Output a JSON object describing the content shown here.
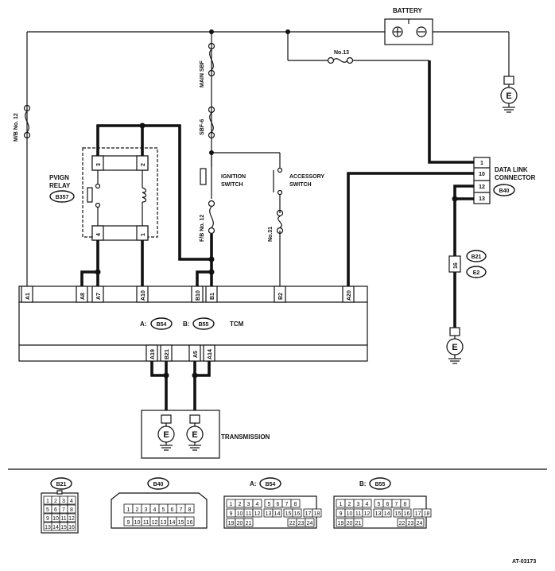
{
  "battery": {
    "label": "BATTERY",
    "plus": "⊕",
    "minus": "⊖"
  },
  "fuses": {
    "mb12": "M/B No. 12",
    "no13": "No.13",
    "main_sbf": "MAIN SBF",
    "sbf6": "SBF-6",
    "fb12": "F/B No. 12",
    "no31": "No.31"
  },
  "relay": {
    "line1": "PVIGN",
    "line2": "RELAY",
    "connector": "B357",
    "pins": [
      "3",
      "2",
      "4",
      "1"
    ]
  },
  "ignition_switch": {
    "line1": "IGNITION",
    "line2": "SWITCH"
  },
  "accessory_switch": {
    "line1": "ACCESSORY",
    "line2": "SWITCH"
  },
  "data_link": {
    "line1": "DATA LINK",
    "line2": "CONNECTOR",
    "connector": "B40",
    "pins": [
      "1",
      "10",
      "12",
      "13"
    ]
  },
  "tcm": {
    "label": "TCM",
    "conn_a_prefix": "A:",
    "conn_a": "B54",
    "conn_b_prefix": "B:",
    "conn_b": "B55",
    "top_pins": [
      "A1",
      "A8",
      "A7",
      "A10",
      "B10",
      "B1",
      "B2",
      "A20"
    ],
    "bottom_pins": [
      "A19",
      "B21",
      "A5",
      "A14"
    ]
  },
  "ground_symbol": "E",
  "side_harness": {
    "pin": "16",
    "conn1": "B21",
    "conn2": "E2"
  },
  "transmission": {
    "label": "TRANSMISSION"
  },
  "legend": {
    "b21": {
      "label": "B21",
      "rows": [
        [
          "1",
          "2",
          "3",
          "4"
        ],
        [
          "5",
          "6",
          "7",
          "8"
        ],
        [
          "9",
          "10",
          "11",
          "12"
        ],
        [
          "13",
          "14",
          "15",
          "16"
        ]
      ]
    },
    "b40": {
      "label": "B40",
      "rows": [
        [
          "1",
          "2",
          "3",
          "4",
          "5",
          "6",
          "7",
          "8"
        ],
        [
          "9",
          "10",
          "11",
          "12",
          "13",
          "14",
          "15",
          "16"
        ]
      ]
    },
    "b54": {
      "prefix": "A:",
      "label": "B54",
      "rows": [
        [
          "1",
          "2",
          "3",
          "4",
          "5",
          "6",
          "7",
          "8"
        ],
        [
          "9",
          "10",
          "11",
          "12",
          "13",
          "14",
          "15",
          "16",
          "17",
          "18"
        ],
        [
          "19",
          "20",
          "21",
          "22",
          "23",
          "24"
        ]
      ]
    },
    "b55": {
      "prefix": "B:",
      "label": "B55",
      "rows": [
        [
          "1",
          "2",
          "3",
          "4",
          "5",
          "6",
          "7",
          "8"
        ],
        [
          "9",
          "10",
          "11",
          "12",
          "13",
          "14",
          "15",
          "16",
          "17",
          "18"
        ],
        [
          "19",
          "20",
          "21",
          "22",
          "23",
          "24"
        ]
      ]
    }
  },
  "figure_id": "AT-03173"
}
